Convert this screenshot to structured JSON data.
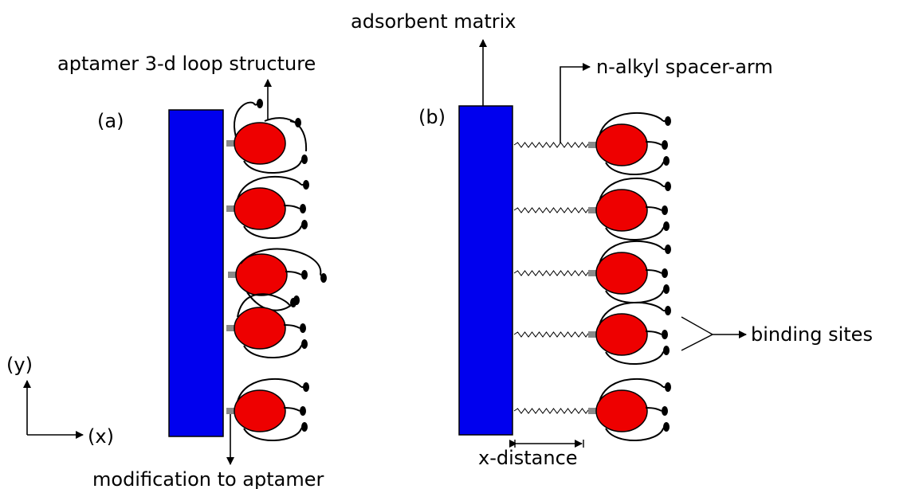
{
  "labels": {
    "adsorbent_matrix": "adsorbent matrix",
    "aptamer_loop": "aptamer 3-d loop structure",
    "spacer_arm": "n-alkyl spacer-arm",
    "panel_a": "(a)",
    "panel_b": "(b)",
    "binding_sites": "binding sites",
    "axis_y": "(y)",
    "axis_x": "(x)",
    "x_distance": "x-distance",
    "modification": "modification to aptamer"
  },
  "colors": {
    "matrix": "#0000ee",
    "aptamer": "#ee0000",
    "linker": "#8a8a8a",
    "line": "#000000"
  }
}
